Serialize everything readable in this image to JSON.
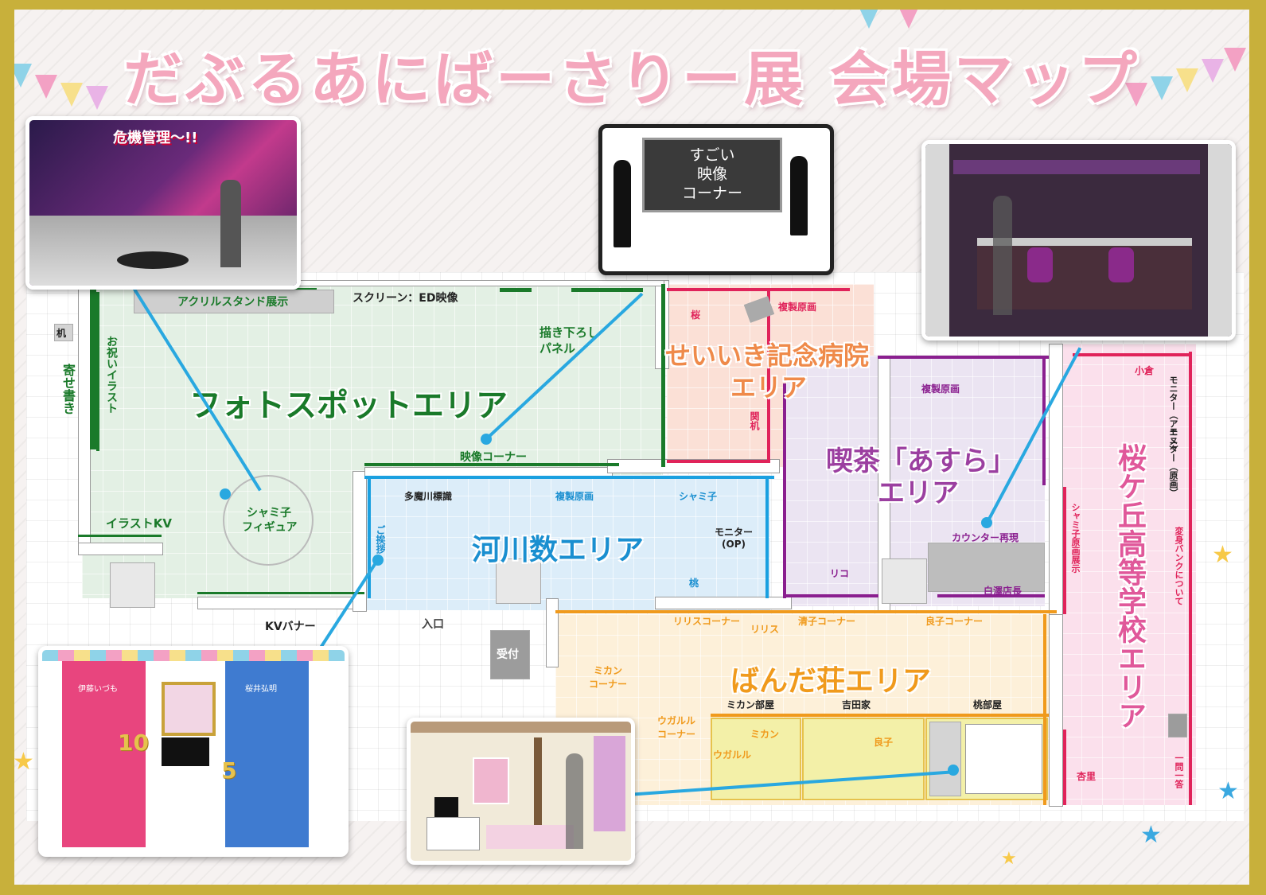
{
  "title": "だぶるあにばーさりー展 会場マップ",
  "areas": {
    "photospot": "フォトスポットエリア",
    "kawajiki": "河川数エリア",
    "hospital_line1": "せいいき記念病院",
    "hospital_line2": "エリア",
    "cafe_line1": "喫茶「あすら」",
    "cafe_line2": "エリア",
    "school": "桜ケ丘高等学校エリア",
    "panda": "ばんだ荘エリア"
  },
  "labels": {
    "acrylic": "アクリルスタンド展示",
    "screen": "スクリーン：ED映像",
    "desk": "机",
    "yosegaki": "寄せ書き",
    "oiwai": "お祝いイラスト",
    "kakioroshi_1": "描き下ろし",
    "kakioroshi_2": "パネル",
    "illust_kv": "イラストKV",
    "figure_1": "シャミ子",
    "figure_2": "フィギュア",
    "eizo_corner": "映像コーナー",
    "kv_banner": "KVバナー",
    "iriguchi": "入口",
    "uketsuke": "受付",
    "tamagawa": "多魔川標識",
    "fukusei_kawa": "複製原画",
    "shamiko_kawa": "シャミ子",
    "monitor_op": "モニター\n(OP)",
    "goaisatsu": "ご挨拶",
    "momo_kawa": "桃",
    "sakura": "桜",
    "fukusei_hosp": "複製原画",
    "kansetsu": "関机",
    "fukusei_cafe": "複製原画",
    "counter": "カウンター再現",
    "riko": "リコ",
    "shirasawa": "白澤店長",
    "kokura": "小倉",
    "monitor_anime": "モニター（アニメ）",
    "monitor_genga": "モニター（原画）",
    "shamiko_genga": "シャミ子原画展示",
    "henshin": "変身バンクについて",
    "ichimon": "一問一答",
    "anri": "杏里",
    "lilith_corner": "リリスコーナー",
    "lilith": "リリス",
    "kiyoko_corner": "清子コーナー",
    "ryoko_corner": "良子コーナー",
    "mikan_corner": "ミカン\nコーナー",
    "ugaruru_corner": "ウガルル\nコーナー",
    "mikan_room": "ミカン部屋",
    "yoshida": "吉田家",
    "momo_room": "桃部屋",
    "mikan_small": "ミカン",
    "ugaruru_small": "ウガルル",
    "ryoko_small": "良子"
  },
  "photos": {
    "photospot_caption": "危機管理〜!!",
    "video_screen": "すごい\n映像\nコーナー",
    "greeting_left_name": "伊藤いづも",
    "greeting_right_name": "桜井弘明",
    "greeting_num_a": "10",
    "greeting_num_b": "5"
  },
  "colors": {
    "photospot_fill": "#e3f0e4",
    "kawajiki_fill": "#dcedf9",
    "hospital_fill": "#fbe0d6",
    "cafe_fill": "#ebe4f2",
    "school_fill": "#fbe0ec",
    "panda_fill": "#fdf0d9",
    "green": "#1a7a2a",
    "blue": "#1aa0e0",
    "purple": "#8a1f8f",
    "pink_red": "#e0235a",
    "orange": "#f09a1c",
    "connector": "#29a8e0"
  }
}
